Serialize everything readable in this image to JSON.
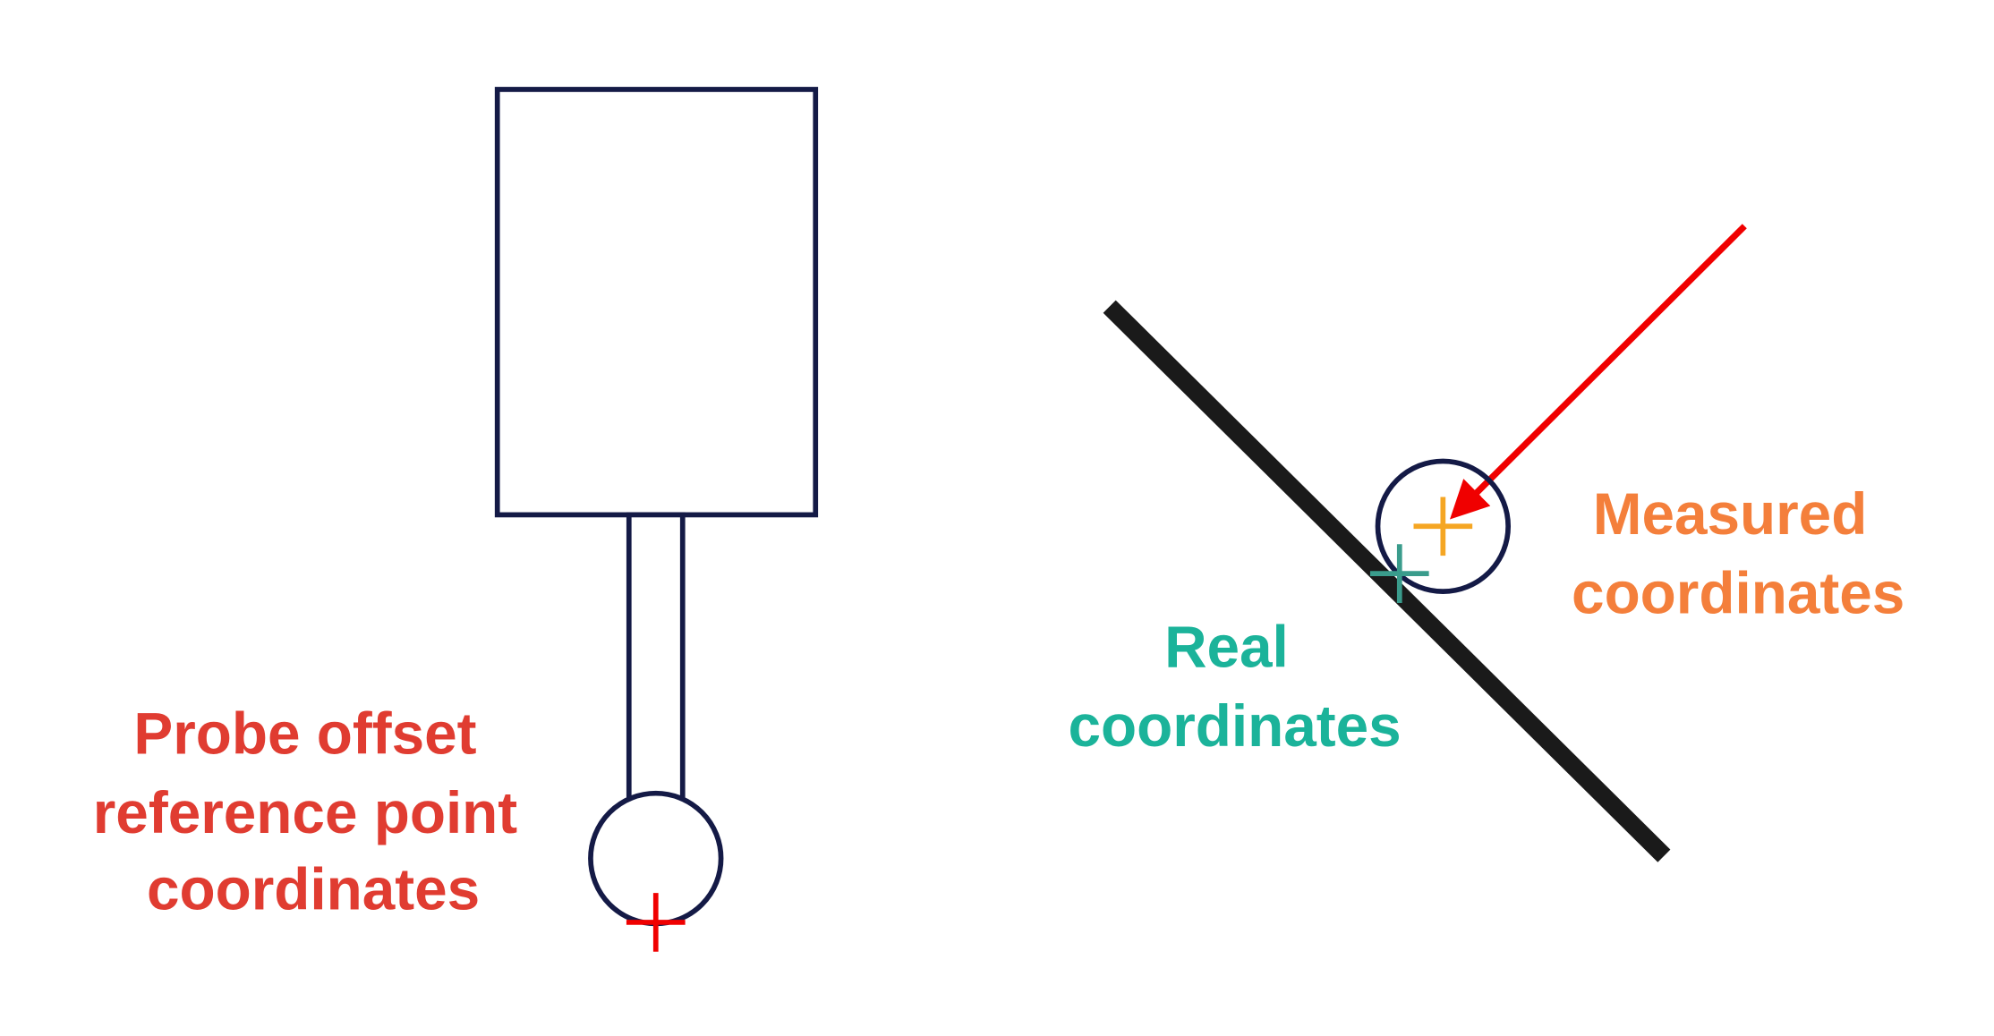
{
  "labels": {
    "probe_offset": [
      "Probe offset",
      "reference point",
      "coordinates"
    ],
    "real": [
      "Real",
      "coordinates"
    ],
    "measured": [
      "Measured",
      "coordinates"
    ]
  },
  "colors": {
    "outline": "#141a46",
    "probe_label": "#e03c31",
    "real_label": "#1bb39a",
    "measured_label": "#f47f3b",
    "red_marker": "#f00000",
    "orange_marker": "#f5a623",
    "teal_marker": "#3a9c8c",
    "surface": "#1a1a1a"
  }
}
